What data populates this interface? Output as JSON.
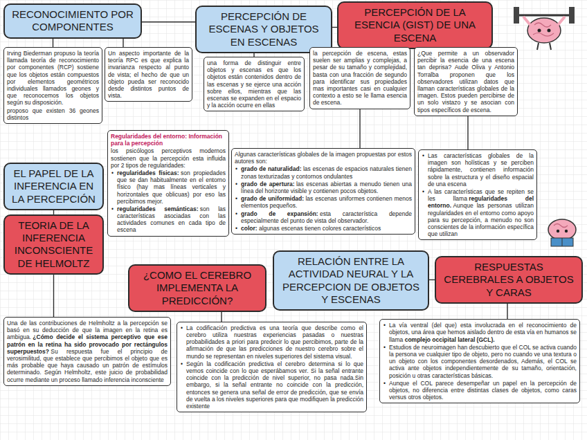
{
  "diagram": {
    "nodes": [
      {
        "text": [
          "RECONOCIMIENTO POR COMPONENTES"
        ]
      },
      {
        "text": [
          "Irving Biederman propuso la teoría llamada teoría de reconocimiento por componentes (RCP) sostiene que los objetos están compuestos por elementos geométricos individuales llamados geones y que reconocemos los objetos según su disposición.",
          "proposo que existen 36 geones distintos"
        ]
      },
      {
        "text": [
          "Un aspecto importante de la teoría RPC es que explica la invarianza respecto al punto de vista; el hecho de que un objeto pueda ser reconocido desde distintos puntos de vista."
        ]
      },
      {
        "text": [
          "PERCEPCIÓN DE ESCENAS Y OBJETOS EN ESCENAS"
        ]
      },
      {
        "text": [
          "una forma de distinguir entre objetos y escenas es que los objetos están contenidos dentro de las escenas y se ejerce una acción sobre ellos, mientras que las escenas se expanden en el espacio y la acción ocurre en ellas"
        ]
      },
      {
        "text": [
          "PERCEPCIÓN DE LA ESENCIA (GIST) DE UNA ESCENA"
        ]
      },
      {
        "text": [
          "la percepción de escena, estas suelen ser amplias y complejas, a pesar de su tamaño y complejidad, basta con una fracción de segundo para identificar sus propiedades mas importantes casi en cualquier contexto a esto se le llama esencia de escena."
        ]
      },
      {
        "text": [
          "¿Que permite a un observador percibir la esencia de una escena tan deprisa? Aude Oliva y Antonio Torralba proponen que los observadores utilizan datos que llaman características globales de la imagen. Estos pueden percibirse de un solo vistazo y se asocian con tipos específicos de escena."
        ]
      },
      {
        "text": [
          "Regularidades del entorno: Información para la percepción",
          "los psicólogos perceptivos modernos sostienen que la percepción esta influida por 2 tipos de regularidades:",
          "regularidades físicas:",
          "son propiedades que se dan habitualmente en el entorno físico (hay mas líneas verticales y horizontales que oblicuas) por eso las percibimos mejor.",
          "regularidades semánticas:",
          "son las características asociadas con las actividades comunes en cada tipo de escena"
        ]
      },
      {
        "text": [
          "Algunas características globales de la imagen propuestas por estos autores son:",
          "grado de naturalidad:",
          "las escenas de espacios naturales tienen zonas texturizadas y contornos ondulantes",
          "grado de apertura:",
          "las escenas abiertas a menudo tienen una línea del horizonte visible y contienen pocos objetos.",
          "grado de uniformidad:",
          "las escenas uniformes contienen menos elementos pequeños.",
          "grado de expansión:",
          "esta característica depende especialmente del punto de vista del observador.",
          "color:",
          "algunas escenas tienen colores característicos"
        ]
      },
      {
        "text": [
          "Las características globales de la imagen son holísticas y se perciben rápidamente, contienen información sobre la estructura y el diseño espacial de una escena",
          "A las características que se repiten se les llama",
          "regularidades del entorno.",
          "Aunque las personas utilizan regularidades en el entorno como apoyo para su percepción, a menudo no son conscientes de la información específica que utilizan"
        ]
      },
      {
        "text": [
          "EL PAPEL DE LA INFERENCIA EN LA PERCEPCIÓN"
        ]
      },
      {
        "text": [
          "TEORIA DE LA INFERENCIA INCONSCIENTE DE HELMOLTZ"
        ]
      },
      {
        "text": [
          "¿COMO EL CEREBRO IMPLEMENTA LA PREDICCIÓN?"
        ]
      },
      {
        "text": [
          "RELACIÓN ENTRE LA ACTIVIDAD NEURAL Y LA PERCEPCION DE OBJETOS Y ESCENAS"
        ]
      },
      {
        "text": [
          "RESPUESTAS CEREBRALES A OBJETOS Y CARAS"
        ]
      },
      {
        "text": [
          "Una de las contribuciones de Helmholtz a la percepción se basó en su deducción de que la imagen en la retina es ambigua.",
          "¿Cómo decide el sistema perceptivo que ese patrón en la retina ha sido provocado por rectángulos superpuestos?",
          "Su respuesta fue el principio de verosimilitud, que establece que percibimos el objeto que es más probable que haya causado un patrón de estímulos determinado. Según Helmholtz, este juicio de probabilidad ocurre mediante un proceso llamado inferencia inconsciente"
        ]
      },
      {
        "text": [
          "La codificación predictiva es una teoría que describe como el cerebro utiliza nuestras experiencias pasadas o nuestras probabilidades a priori para predecir lo que percibimos, parte de la afirmación de que las predicciones de nuestro cerebro sobre el mundo se representan en niveles superiores del sistema visual.",
          "Según la codificación predictiva el cerebro determina si lo que vemos coincide con lo que esperábamos ver. Si la señal entrante coincide con la predicción de nivel superior, no pasa nada.Sin embargo, si la señal entrante no coincide con la predicción, entonces se genera una señal de error de predicción, que se envía de vuelta a los niveles superiores para que modifiquen la predicción existente"
        ]
      },
      {
        "text": [
          "La vía ventral (del que) esta involucrada en el reconocimiento de objetos, una área que hemos aislado dentro de esta vía en humanos se llama",
          "complejo occipital lateral (GCL).",
          "Estudios de neuroimagen han descubierto que el COL se activa cuando la persona ve cualquier tipo de objeto, pero no cuando ve una textura o un objeto con los componentes desordenados, Además, el COL se activa ante objetos independientemente de su tamaño, orientación, posición u otras características básicas.",
          "Aunque el COL parece desempeñar un papel en la percepción de objetos, no diferencia entre distintas clases de objetos, como caras versus otros objetos."
        ]
      }
    ],
    "edges": [
      {
        "from": 0,
        "to": 1,
        "arrow": "none"
      },
      {
        "from": 0,
        "to": 2,
        "arrow": "none"
      },
      {
        "from": 0,
        "to": 3,
        "arrow": "none"
      },
      {
        "from": 3,
        "to": 4,
        "arrow": "none"
      },
      {
        "from": 3,
        "to": 5,
        "arrow": "none"
      },
      {
        "from": 5,
        "to": 6,
        "arrow": "none"
      },
      {
        "from": 5,
        "to": 7,
        "arrow": "none"
      },
      {
        "from": 6,
        "to": 9,
        "arrow": "none"
      },
      {
        "from": 7,
        "to": 10,
        "arrow": "none"
      },
      {
        "from": 11,
        "to": 12,
        "arrow": "none"
      },
      {
        "from": 12,
        "to": 16,
        "arrow": "none"
      },
      {
        "from": 13,
        "to": 17,
        "arrow": "none"
      },
      {
        "from": 14,
        "to": 15,
        "arrow": "none"
      },
      {
        "from": 15,
        "to": 18,
        "arrow": "none"
      }
    ]
  }
}
